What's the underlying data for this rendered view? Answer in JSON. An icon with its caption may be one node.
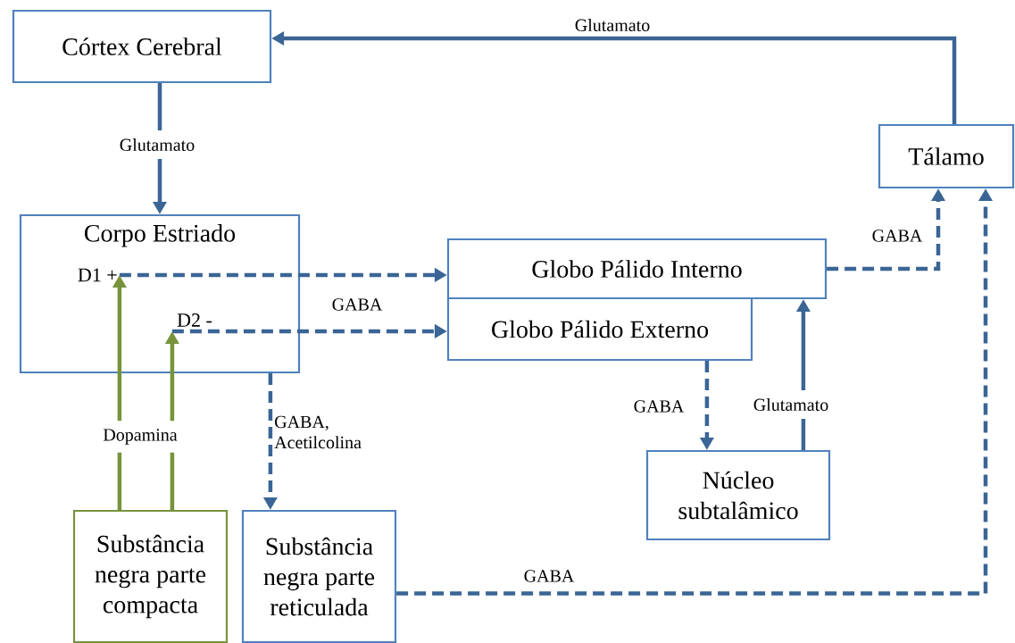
{
  "diagram": {
    "nodes": [
      {
        "text": [
          "Córtex Cerebral"
        ]
      },
      {
        "text": [
          "Tálamo"
        ]
      },
      {
        "text": [
          "Corpo Estriado"
        ]
      },
      {
        "text": [
          "D1 +"
        ],
        "in": 2
      },
      {
        "text": [
          "D2 -"
        ],
        "in": 2
      },
      {
        "text": [
          "Globo Pálido Interno"
        ]
      },
      {
        "text": [
          "Globo Pálido Externo"
        ]
      },
      {
        "text": [
          "Núcleo subtalâmico"
        ]
      },
      {
        "text": [
          "Substância negra parte compacta"
        ]
      },
      {
        "text": [
          "Substância negra parte reticulada"
        ]
      }
    ],
    "edges": [
      {
        "from": 1,
        "to": 0,
        "arrow": "to",
        "label": "Glutamato"
      },
      {
        "from": 0,
        "to": 2,
        "arrow": "to",
        "label": "Glutamato"
      },
      {
        "from": 3,
        "to": 5,
        "arrow": "to",
        "style": "dashed",
        "label": "GABA"
      },
      {
        "from": 4,
        "to": 6,
        "arrow": "to",
        "style": "dashed"
      },
      {
        "from": 8,
        "to": 3,
        "arrow": "to",
        "color": "#77933c",
        "label": "Dopamina"
      },
      {
        "from": 8,
        "to": 4,
        "arrow": "to",
        "color": "#77933c"
      },
      {
        "from": 2,
        "to": 9,
        "arrow": "to",
        "style": "dashed",
        "label": "GABA, Acetilcolina"
      },
      {
        "from": 5,
        "to": 1,
        "arrow": "to",
        "style": "dashed",
        "label": "GABA"
      },
      {
        "from": 6,
        "to": 7,
        "arrow": "to",
        "style": "dashed",
        "label": "GABA"
      },
      {
        "from": 7,
        "to": 5,
        "arrow": "to",
        "label": "Glutamato"
      },
      {
        "from": 9,
        "to": 1,
        "arrow": "to",
        "style": "dashed",
        "label": "GABA"
      }
    ]
  }
}
